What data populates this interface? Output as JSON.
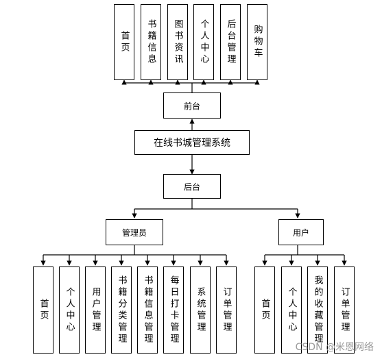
{
  "system": "在线书城管理系统",
  "frontend": {
    "label": "前台",
    "modules": [
      "首页",
      "书籍信息",
      "图书资讯",
      "个人中心",
      "后台管理",
      "购物车"
    ]
  },
  "backend": {
    "label": "后台",
    "roles": [
      {
        "label": "管理员",
        "modules": [
          "首页",
          "个人中心",
          "用户管理",
          "书籍分类管理",
          "书籍信息管理",
          "每日打卡管理",
          "系统管理",
          "订单管理"
        ]
      },
      {
        "label": "用户",
        "modules": [
          "首页",
          "个人中心",
          "我的收藏管理",
          "订单管理"
        ]
      }
    ]
  },
  "watermark": "CSDN @米恩网络"
}
